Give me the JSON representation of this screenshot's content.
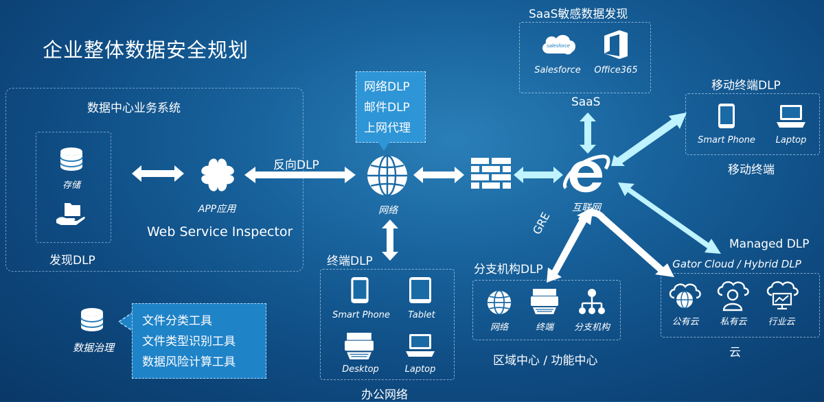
{
  "title": "企业整体数据安全规划",
  "datacenter": {
    "title": "数据中心业务系统",
    "storage": "存储",
    "discovery": "发现DLP",
    "app_label": "APP应用",
    "inspector": "Web Service Inspector"
  },
  "reverse_dlp": "反向DLP",
  "network_callout": [
    "网络DLP",
    "邮件DLP",
    "上网代理"
  ],
  "network_label": "网络",
  "internet_label": "互联网",
  "saas": {
    "title": "SaaS敏感数据发现",
    "salesforce": "Salesforce",
    "salesforce_logo_text": "salesforce",
    "office365": "Office365",
    "label": "SaaS"
  },
  "mobile": {
    "title": "移动终端DLP",
    "smartphone": "Smart Phone",
    "laptop": "Laptop",
    "label": "移动终端"
  },
  "managed": {
    "title": "Managed DLP",
    "subtitle": "Gator Cloud / Hybrid DLP",
    "public": "公有云",
    "private": "私有云",
    "industry": "行业云",
    "label": "云"
  },
  "branch": {
    "gre": "GRE",
    "title": "分支机构DLP",
    "network": "网络",
    "endpoint": "终端",
    "branch": "分支机构",
    "label": "区域中心 / 功能中心"
  },
  "endpoint": {
    "title": "终端DLP",
    "smartphone": "Smart Phone",
    "tablet": "Tablet",
    "desktop": "Desktop",
    "laptop": "Laptop",
    "label": "办公网络"
  },
  "governance": {
    "label": "数据治理",
    "tools": [
      "文件分类工具",
      "文件类型识别工具",
      "数据风险计算工具"
    ]
  }
}
